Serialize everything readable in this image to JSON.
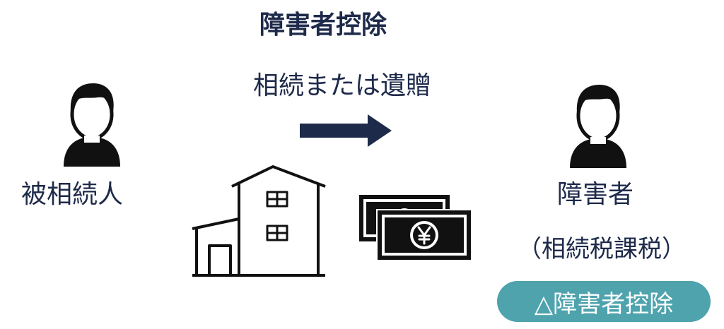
{
  "title": "障害者控除",
  "transfer_label": "相続または遺贈",
  "left_person": {
    "label": "被相続人",
    "icon": "person-icon"
  },
  "right_person": {
    "label": "障害者",
    "note": "（相続税課税）",
    "icon": "person-icon"
  },
  "deduction_badge": {
    "label": "△障害者控除",
    "color": "#4ea3ad"
  },
  "assets": {
    "house_icon": "house-icon",
    "money_icon": "yen-banknotes-icon"
  },
  "colors": {
    "text": "#1e2a4a",
    "arrow": "#1e2a4a",
    "badge": "#4ea3ad"
  }
}
